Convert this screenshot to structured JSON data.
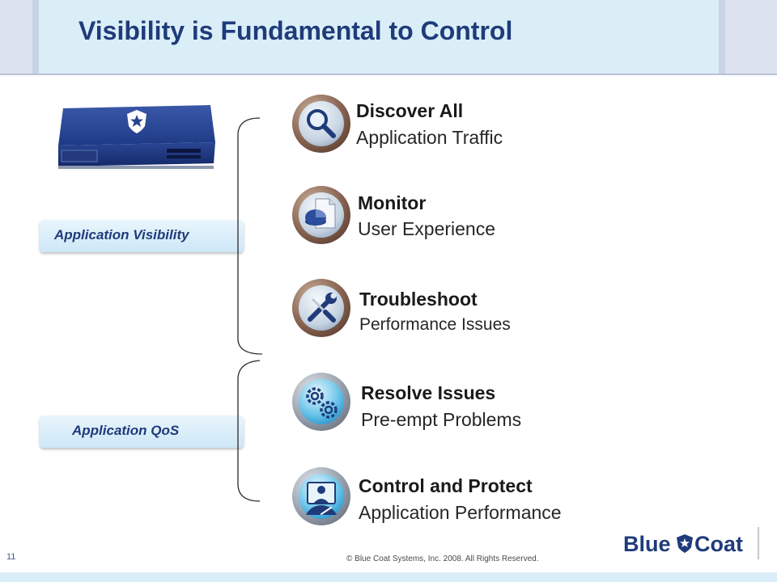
{
  "slide": {
    "title": "Visibility is Fundamental to Control",
    "page_number": "11",
    "copyright": "© Blue Coat Systems, Inc. 2008.  All Rights Reserved."
  },
  "logo": {
    "text_left": "Blue",
    "text_right": "Coat"
  },
  "groups": [
    {
      "label": "Application Visibility"
    },
    {
      "label": "Application QoS"
    }
  ],
  "items": [
    {
      "title": "Discover All",
      "subtitle": "Application Traffic",
      "icon": "magnifier-icon"
    },
    {
      "title": "Monitor",
      "subtitle": "User Experience",
      "icon": "pie-chart-document-icon"
    },
    {
      "title": "Troubleshoot",
      "subtitle": "Performance Issues",
      "icon": "wrench-screwdriver-icon"
    },
    {
      "title": "Resolve Issues",
      "subtitle": "Pre-empt Problems",
      "icon": "gears-icon"
    },
    {
      "title": "Control and Protect",
      "subtitle": "Application Performance",
      "icon": "speedometer-icon"
    }
  ],
  "colors": {
    "title": "#1f3b7a",
    "header_bg": "#daeef7",
    "pill_text": "#1f3b7a"
  }
}
